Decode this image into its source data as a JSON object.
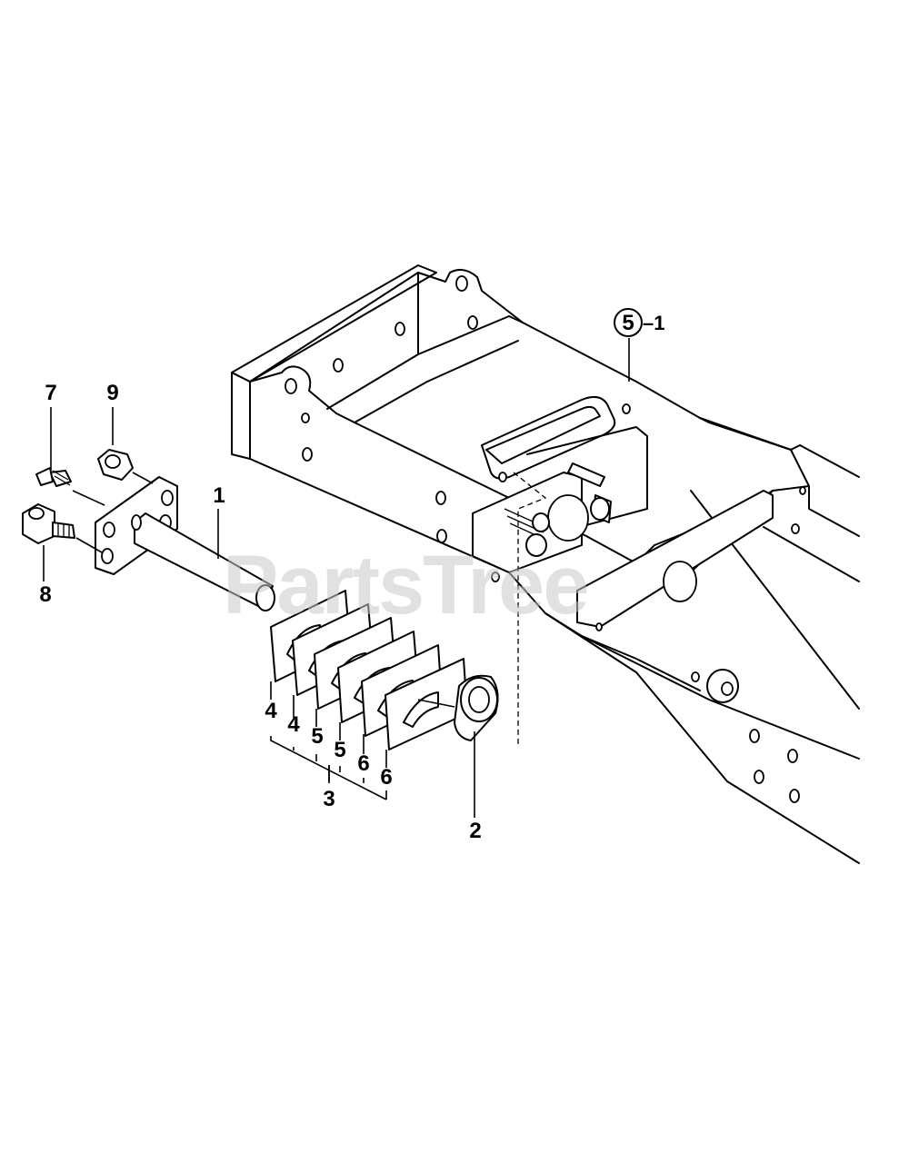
{
  "diagram": {
    "callouts": {
      "c1": "1",
      "c2": "2",
      "c3": "3",
      "c4a": "4",
      "c4b": "4",
      "c5a": "5",
      "c5b": "5",
      "c6a": "6",
      "c6b": "6",
      "c7": "7",
      "c8": "8",
      "c9": "9",
      "c5_circled": "5",
      "c5_suffix": "–1"
    },
    "watermark": "PartsTree"
  }
}
